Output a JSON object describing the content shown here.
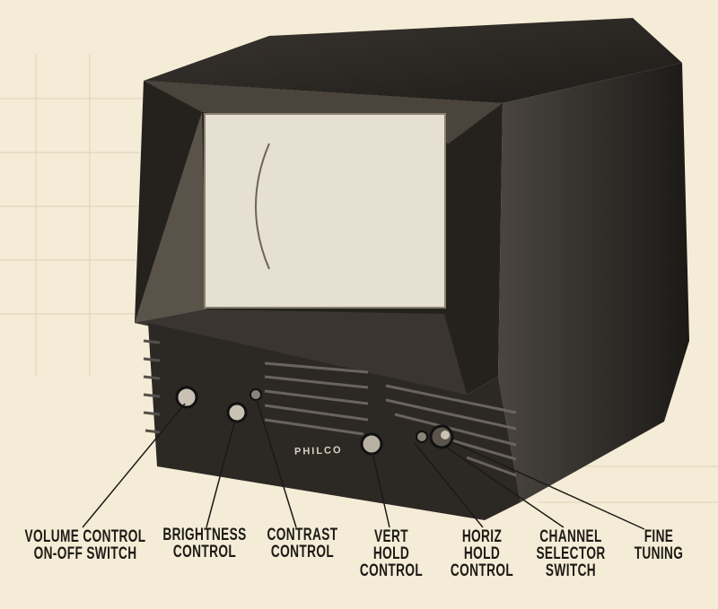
{
  "brand": "PHILCO",
  "labels": {
    "volume": {
      "line1": "VOLUME CONTROL",
      "line2": "ON-OFF SWITCH"
    },
    "brightness": {
      "line1": "BRIGHTNESS",
      "line2": "CONTROL"
    },
    "contrast": {
      "line1": "CONTRAST",
      "line2": "CONTROL"
    },
    "vert": {
      "line1": "VERT",
      "line2": "HOLD",
      "line3": "CONTROL"
    },
    "horiz": {
      "line1": "HORIZ",
      "line2": "HOLD",
      "line3": "CONTROL"
    },
    "channel": {
      "line1": "CHANNEL",
      "line2": "SELECTOR",
      "line3": "SWITCH"
    },
    "fine": {
      "line1": "FINE",
      "line2": "TUNING"
    }
  },
  "colors": {
    "paper": "#f4ecd6",
    "cabinet": "#2a2622",
    "screen": "#e6e0d2",
    "ink": "#1d1a16"
  }
}
